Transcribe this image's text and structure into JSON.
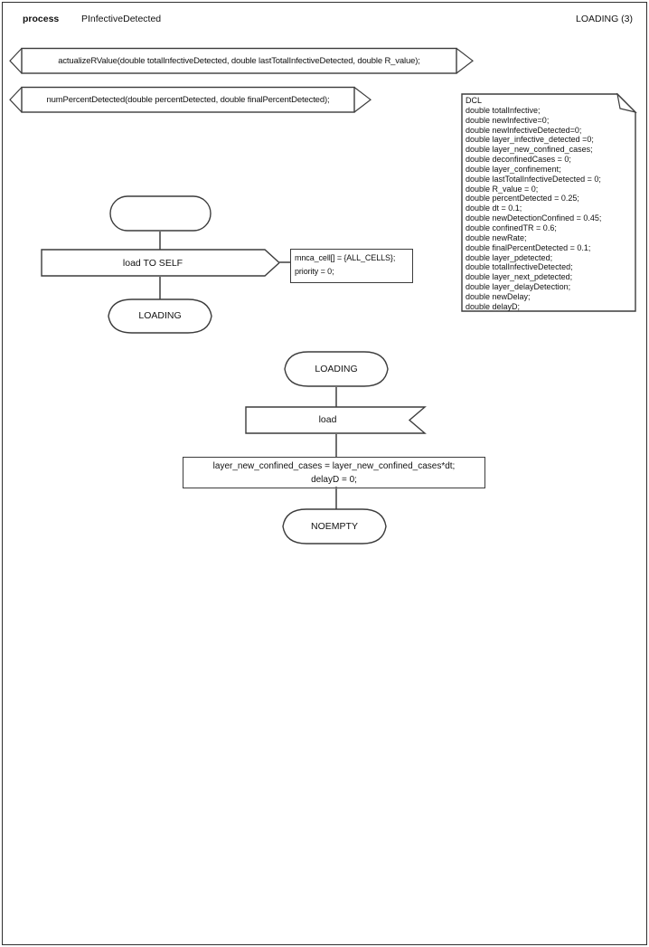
{
  "header": {
    "kind_label": "process",
    "process_name": "PInfectiveDetected",
    "page_label": "LOADING (3)"
  },
  "declarations": {
    "procedures": [
      {
        "text": "actualizeRValue(double totalInfectiveDetected, double lastTotalInfectiveDetected, double R_value);"
      },
      {
        "text": "numPercentDetected(double percentDetected, double finalPercentDetected);"
      }
    ],
    "dcl_text": "DCL\ndouble totalInfective;\ndouble newInfective=0;\ndouble newInfectiveDetected=0;\ndouble layer_infective_detected =0;\ndouble layer_new_confined_cases;\ndouble deconfinedCases = 0;\ndouble layer_confinement;\ndouble lastTotalInfectiveDetected = 0;\ndouble R_value = 0;\ndouble percentDetected = 0.25;\ndouble dt = 0.1;\ndouble newDetectionConfined = 0.45;\ndouble confinedTR = 0.6;\ndouble newRate;\ndouble finalPercentDetected = 0.1;\ndouble layer_pdetected;\ndouble totalInfectiveDetected;\ndouble layer_next_pdetected;\ndouble layer_delayDetection;\ndouble newDelay;\ndouble delayD;"
  },
  "flow_start": {
    "output_label": "load TO SELF",
    "output_comment": "mnca_cell[] = {ALL_CELLS};\npriority = 0;",
    "next_state": "LOADING"
  },
  "flow_loading": {
    "state": "LOADING",
    "input_label": "load",
    "task_text": "layer_new_confined_cases = layer_new_confined_cases*dt;\ndelayD = 0;",
    "next_state": "NOEMPTY"
  },
  "colors": {
    "line": "#3c3c3c",
    "connector": "#6f6f6f",
    "background": "#ffffff"
  }
}
